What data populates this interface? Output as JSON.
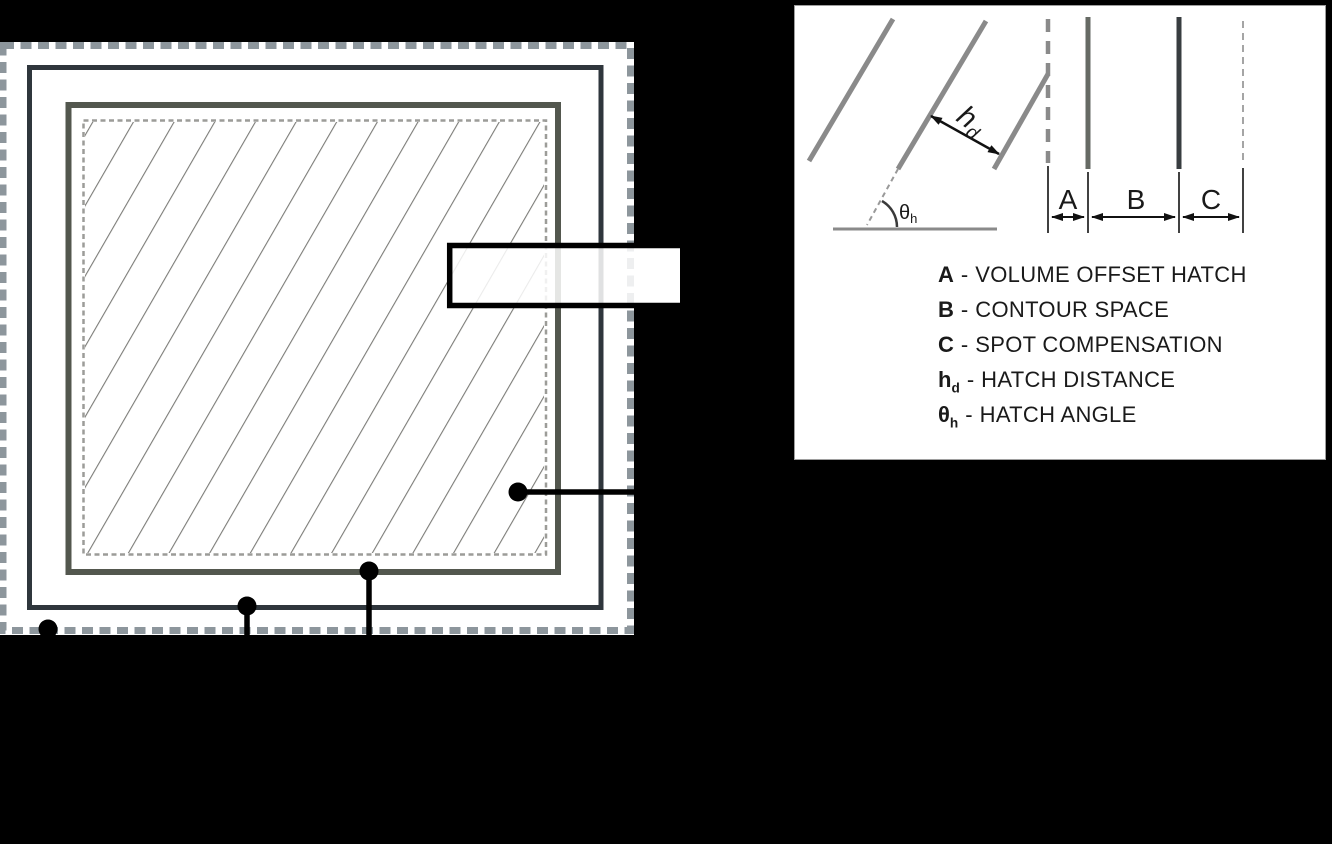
{
  "colors": {
    "background": "#000000",
    "diagram_bg": "#ffffff",
    "part_outline_dashed": "#8d969c",
    "contour_outer": "#2f363c",
    "contour_inner": "#53574e",
    "hatch_boundary": "#9c9c98",
    "hatch_line": "#7c7c78",
    "callout": "#000000",
    "mini_hatch": "#8a8a8a",
    "mini_contour_outer": "#383d40",
    "mini_contour_inner": "#666a64",
    "mini_part_edge": "#a5a5a5",
    "dim_line": "#111111",
    "text": "#1a1a1a"
  },
  "legend": {
    "separator": "-",
    "entries": [
      {
        "symbol": "A",
        "sub": "",
        "description": "VOLUME OFFSET HATCH"
      },
      {
        "symbol": "B",
        "sub": "",
        "description": "CONTOUR SPACE"
      },
      {
        "symbol": "C",
        "sub": "",
        "description": "SPOT COMPENSATION"
      },
      {
        "symbol": "h",
        "sub": "d",
        "description": "HATCH DISTANCE"
      },
      {
        "symbol": "θ",
        "sub": "h",
        "description": "HATCH ANGLE"
      }
    ]
  }
}
